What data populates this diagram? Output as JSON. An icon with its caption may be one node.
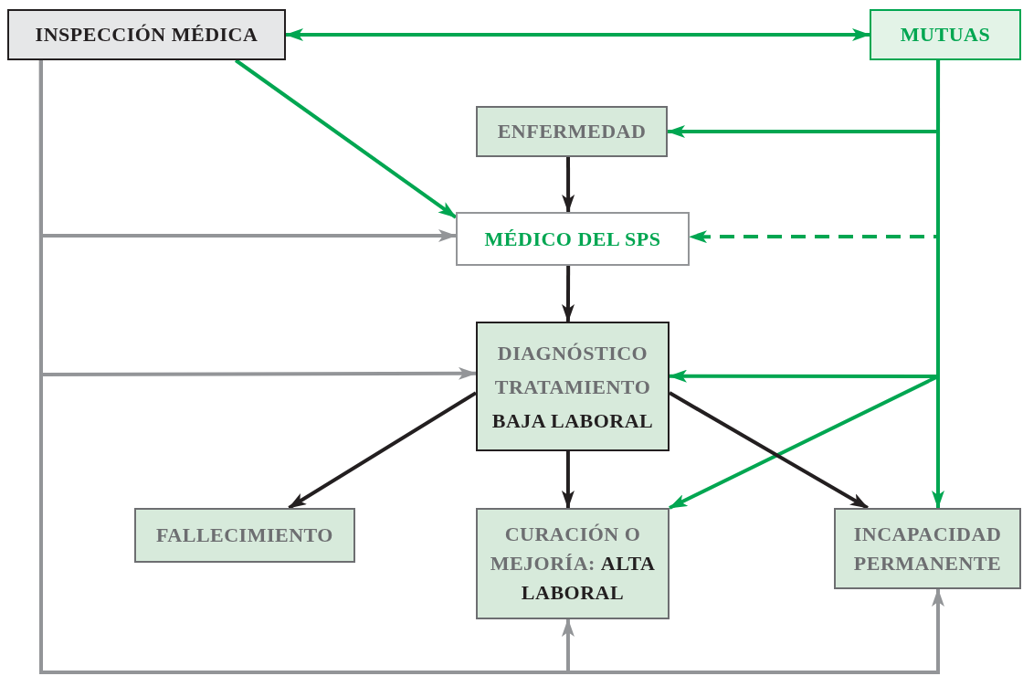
{
  "diagram": {
    "nodes": [
      {
        "text": [
          "INSPECCIÓN MÉDICA"
        ]
      },
      {
        "text": [
          "MUTUAS"
        ]
      },
      {
        "text": [
          "ENFERMEDAD"
        ]
      },
      {
        "text": [
          "MÉDICO DEL SPS"
        ]
      },
      {
        "text": [
          "DIAGNÓSTICO",
          "TRATAMIENTO",
          "BAJA LABORAL"
        ]
      },
      {
        "text": [
          "FALLECIMIENTO"
        ]
      },
      {
        "text": [
          "CURACIÓN O MEJORÍA: **ALTA LABORAL**"
        ]
      },
      {
        "text": [
          "INCAPACIDAD PERMANENTE"
        ]
      }
    ],
    "edges": [
      {
        "from": 0,
        "to": 1,
        "arrow": "both"
      },
      {
        "from": 0,
        "to": 3,
        "arrow": "to"
      },
      {
        "from": 1,
        "to": 2,
        "arrow": "to"
      },
      {
        "from": 1,
        "to": 3,
        "arrow": "to",
        "style": "dashed"
      },
      {
        "from": 1,
        "to": 4,
        "arrow": "to"
      },
      {
        "from": 1,
        "to": 6,
        "arrow": "to"
      },
      {
        "from": 1,
        "to": 7,
        "arrow": "to"
      },
      {
        "from": 2,
        "to": 3,
        "arrow": "to",
        "color": "#231f20"
      },
      {
        "from": 3,
        "to": 4,
        "arrow": "to",
        "color": "#231f20"
      },
      {
        "from": 4,
        "to": 5,
        "arrow": "to",
        "color": "#231f20"
      },
      {
        "from": 4,
        "to": 6,
        "arrow": "to",
        "color": "#231f20"
      },
      {
        "from": 4,
        "to": 7,
        "arrow": "to",
        "color": "#231f20"
      },
      {
        "from": 0,
        "to": 3,
        "arrow": "to",
        "color": "#939598"
      },
      {
        "from": 0,
        "to": 4,
        "arrow": "to",
        "color": "#939598"
      },
      {
        "from": 0,
        "to": 6,
        "arrow": "to",
        "color": "#939598"
      },
      {
        "from": 0,
        "to": 7,
        "arrow": "to",
        "color": "#939598"
      }
    ]
  }
}
